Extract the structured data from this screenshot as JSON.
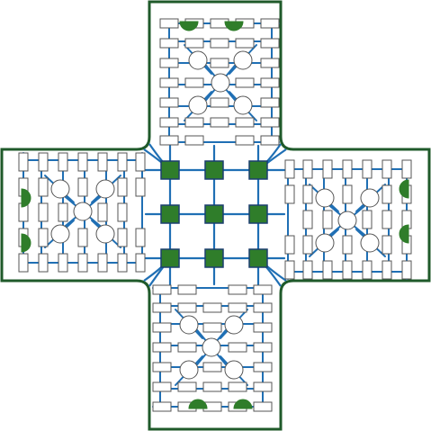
{
  "board": {
    "description_visible_text": "",
    "colors": {
      "background": "#ffffff",
      "outline": "#1f5a2a",
      "node_fill": "#ffffff",
      "node_stroke": "#555555",
      "link": "#1f6fb4",
      "link_light": "#9cc7ee",
      "center_node": "#2f7d2a",
      "center_node_stroke": "#1c3f6f",
      "port": "#2f7d2a"
    },
    "icons": {
      "port": "half-disc-port-icon",
      "center": "square-node-icon",
      "circle": "circle-node-icon",
      "rect": "rect-node-icon"
    },
    "center_grid": {
      "rows": 3,
      "cols": 3,
      "filled": [
        [
          true,
          true,
          true
        ],
        [
          true,
          true,
          true
        ],
        [
          true,
          true,
          true
        ]
      ]
    },
    "arms": [
      {
        "name": "top"
      },
      {
        "name": "bottom"
      },
      {
        "name": "left"
      },
      {
        "name": "right"
      }
    ]
  }
}
